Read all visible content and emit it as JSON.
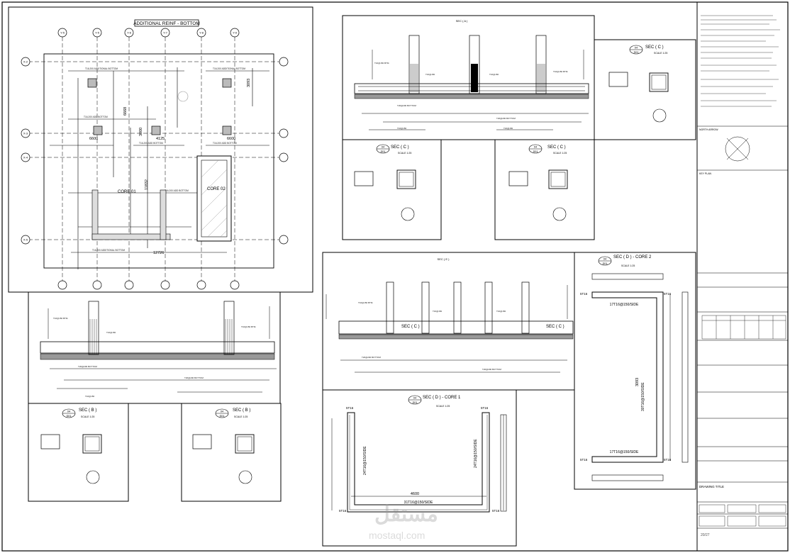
{
  "plan": {
    "title": "ADDITIONAL REINF - BOTTOM",
    "core1_label": "CORE 01",
    "core2_label": "CORE 02",
    "dim_left": "6600",
    "dim_mid": "4125",
    "dim_right": "6600",
    "dim_v1": "6668",
    "dim_v2": "3000",
    "dim_v3": "3093",
    "dim_core": "11832",
    "dim_bottom": "12726",
    "grid_top": [
      "Y-5",
      "Y-5",
      "Y-6",
      "Y-7",
      "Y-8",
      "Y-9"
    ],
    "grid_left": [
      "X-2",
      "X-3",
      "X-4",
      "X-5"
    ]
  },
  "sections": {
    "sec_c_label": "SEC ( C )",
    "sec_b_label": "SEC ( B )",
    "sec_d_core1": "SEC ( D ) - CORE 1",
    "sec_d_core2": "SEC ( D ) - CORE 2",
    "scale": "SCALE 1:25",
    "callout_top": "04",
    "callout_bottom": "S01",
    "core1_dim": "4600",
    "core1_bar_top": "31T16@150/SIDE",
    "core1_bar_side": "24T16@150/SIDE",
    "core1_corner": "5T16",
    "core2_bar_top": "17T16@150/SIDE",
    "core2_bar_bottom": "17T16@150/SIDE",
    "core2_bar_side": "30T16@150/SIDE",
    "core2_dim": "3093",
    "core2_corner": "5T16"
  },
  "title_block": {
    "north_arrow": "NORTH ARROW",
    "key_plan": "KEY PLAN",
    "drawing_title": "DRAWING TITLE",
    "page": "20/27"
  },
  "watermark": {
    "text_ar": "مستقل",
    "text_en": "mostaql.com"
  }
}
